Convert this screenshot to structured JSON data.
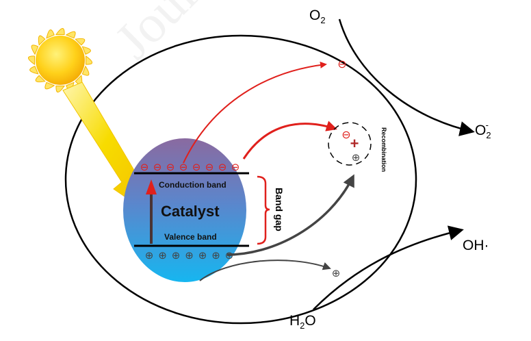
{
  "species": {
    "o2": "O",
    "o2_sub": "2",
    "superoxide": "O",
    "superoxide_sub": "2",
    "superoxide_sup": "-",
    "hydroxyl": "OH·",
    "water_h": "H",
    "water_sub": "2",
    "water_o": "O"
  },
  "catalyst": {
    "title": "Catalyst",
    "conduction_band": "Conduction band",
    "valence_band": "Valence band",
    "band_gap": "Band gap",
    "electron_symbol": "⊖",
    "hole_symbol": "⊕",
    "electron_count": 8,
    "hole_count": 7
  },
  "recombination": {
    "label": "Recombination",
    "plus_symbol": "+"
  },
  "watermark": "Journal",
  "colors": {
    "electron_red": "#e0201c",
    "hole_gray": "#444444",
    "arrow_dark": "#444444",
    "catalyst_top": "#8a6a9c",
    "catalyst_bottom": "#1ab4ee",
    "sun_core": "#ffd21a",
    "beam": "#f5d400"
  }
}
